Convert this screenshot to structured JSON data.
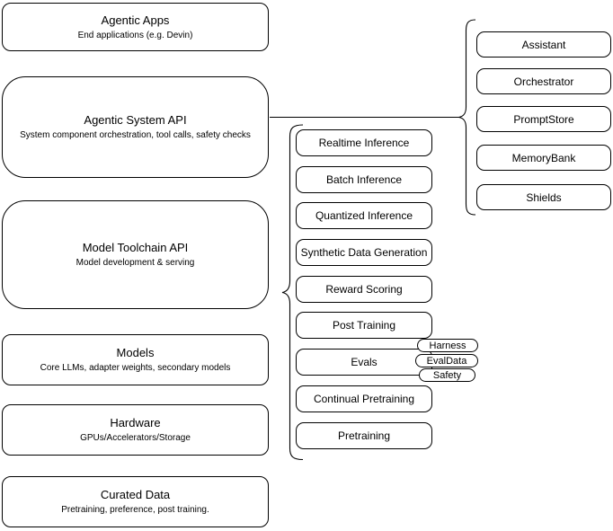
{
  "stack": [
    {
      "title": "Agentic Apps",
      "subtitle": "End applications (e.g. Devin)"
    },
    {
      "title": "Agentic System API",
      "subtitle": "System component orchestration, tool calls, safety checks"
    },
    {
      "title": "Model Toolchain API",
      "subtitle": "Model development & serving"
    },
    {
      "title": "Models",
      "subtitle": "Core LLMs, adapter weights, secondary models"
    },
    {
      "title": "Hardware",
      "subtitle": "GPUs/Accelerators/Storage"
    },
    {
      "title": "Curated Data",
      "subtitle": "Pretraining, preference, post training."
    }
  ],
  "toolchain_items": [
    {
      "label": "Realtime Inference"
    },
    {
      "label": "Batch Inference"
    },
    {
      "label": "Quantized Inference"
    },
    {
      "label": "Synthetic Data Generation"
    },
    {
      "label": "Reward Scoring"
    },
    {
      "label": "Post Training"
    },
    {
      "label": "Evals"
    },
    {
      "label": "Continual Pretraining"
    },
    {
      "label": "Pretraining"
    }
  ],
  "evals_tags": [
    {
      "label": "Harness"
    },
    {
      "label": "EvalData"
    },
    {
      "label": "Safety"
    }
  ],
  "system_items": [
    {
      "label": "Assistant"
    },
    {
      "label": "Orchestrator"
    },
    {
      "label": "PromptStore"
    },
    {
      "label": "MemoryBank"
    },
    {
      "label": "Shields"
    }
  ],
  "colors": {
    "stroke": "#000000",
    "background": "#ffffff"
  }
}
